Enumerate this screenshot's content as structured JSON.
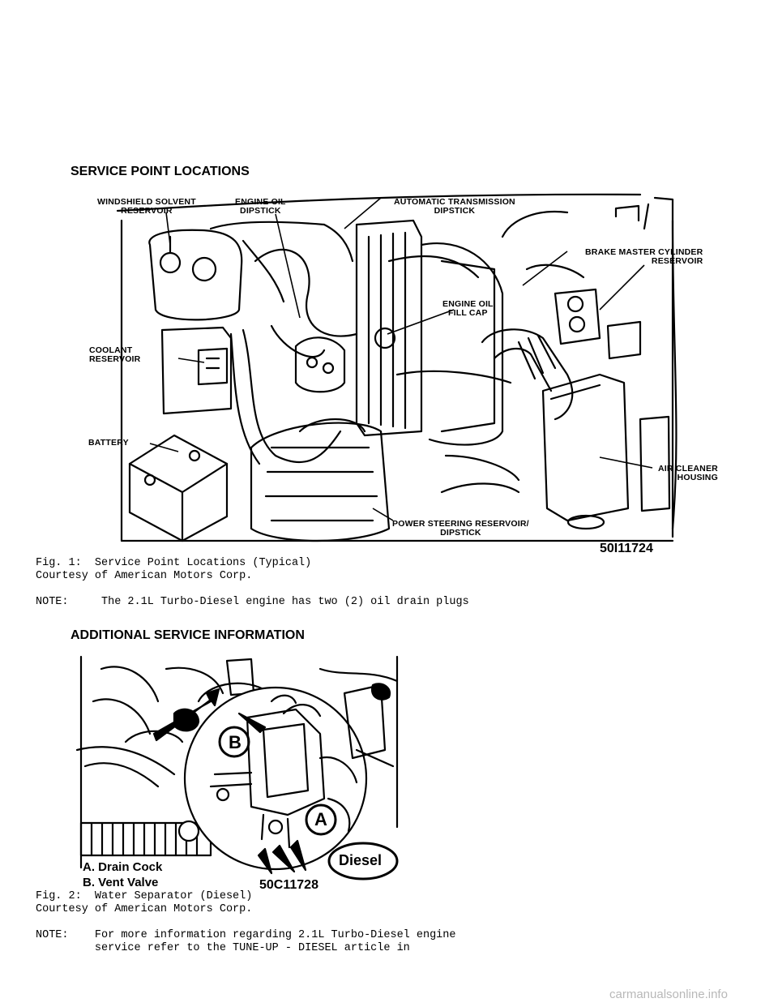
{
  "figure1": {
    "heading": "SERVICE POINT LOCATIONS",
    "callouts": {
      "windshield": "WINDSHIELD SOLVENT\nRESERVOIR",
      "dipstick": "ENGINE OIL\nDIPSTICK",
      "atf": "AUTOMATIC TRANSMISSION\nDIPSTICK",
      "brake": "BRAKE MASTER CYLINDER\nRESERVOIR",
      "fillcap": "ENGINE OIL\nFILL CAP",
      "coolant": "COOLANT\nRESERVOIR",
      "battery": "BATTERY",
      "aircleaner": "AIR CLEANER\nHOUSING",
      "powersteering": "POWER STEERING RESERVOIR/\nDIPSTICK"
    },
    "code": "50I11724",
    "caption": "Fig. 1:  Service Point Locations (Typical)",
    "courtesy": "Courtesy of American Motors Corp.",
    "note": "NOTE:     The 2.1L Turbo-Diesel engine has two (2) oil drain plugs"
  },
  "figure2": {
    "heading": "ADDITIONAL SERVICE INFORMATION",
    "marker_a": "A",
    "marker_b": "B",
    "diesel": "Diesel",
    "legend_a": "A. Drain Cock",
    "legend_b": "B. Vent Valve",
    "code": "50C11728",
    "caption": "Fig. 2:  Water Separator (Diesel)",
    "courtesy": "Courtesy of American Motors Corp.",
    "note_line1": "NOTE:    For more information regarding 2.1L Turbo-Diesel engine",
    "note_line2": "         service refer to the TUNE-UP - DIESEL article in"
  },
  "watermark": "carmanualsonline.info"
}
